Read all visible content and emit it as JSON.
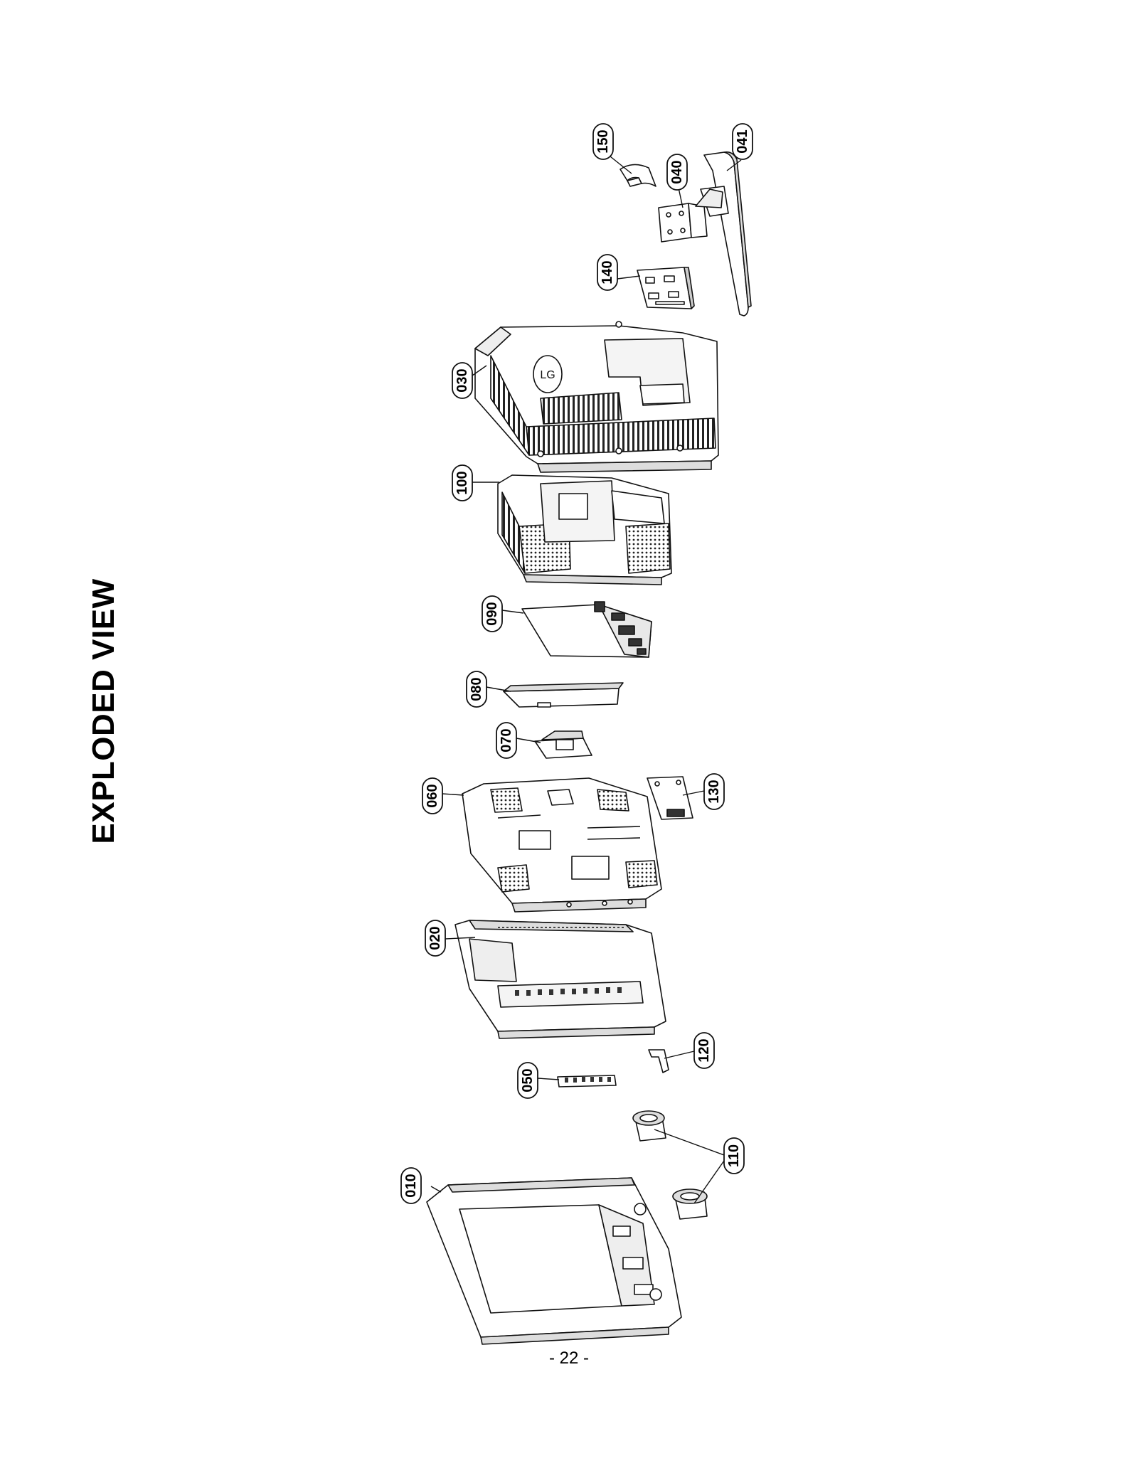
{
  "title": "EXPLODED VIEW",
  "page_number": "- 22 -",
  "parts": [
    {
      "id": "p010",
      "label": "010"
    },
    {
      "id": "p020",
      "label": "020"
    },
    {
      "id": "p030",
      "label": "030"
    },
    {
      "id": "p040",
      "label": "040"
    },
    {
      "id": "p041",
      "label": "041"
    },
    {
      "id": "p050",
      "label": "050"
    },
    {
      "id": "p060",
      "label": "060"
    },
    {
      "id": "p070",
      "label": "070"
    },
    {
      "id": "p080",
      "label": "080"
    },
    {
      "id": "p090",
      "label": "090"
    },
    {
      "id": "p100",
      "label": "100"
    },
    {
      "id": "p110",
      "label": "110"
    },
    {
      "id": "p120",
      "label": "120"
    },
    {
      "id": "p130",
      "label": "130"
    },
    {
      "id": "p140",
      "label": "140"
    },
    {
      "id": "p150",
      "label": "150"
    }
  ]
}
